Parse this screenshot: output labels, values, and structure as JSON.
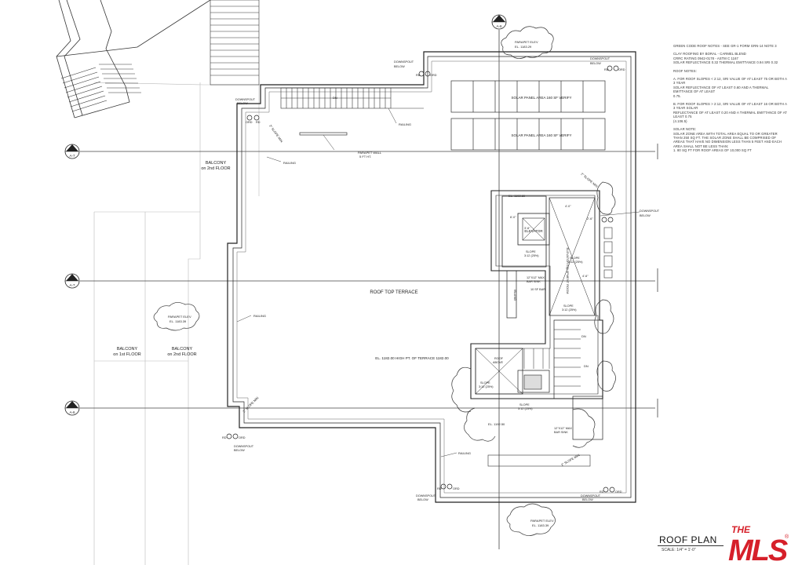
{
  "title": "ROOF PLAN",
  "scale": "SCALE: 1/4\" = 1'-0\"",
  "logo": {
    "the": "THE",
    "mls": "MLS",
    "mark": "®",
    "color": "#d6202a"
  },
  "notes": [
    "GREEN CODE ROOF NOTES - SEE GR-1 FORM GRN-14 NOTE 3",
    "",
    "CLAY ROOFING BY BORAL - CARMEL BLEND",
    "CRRC RATING 0942-0178 - ASTM C 1167",
    "SOLAR REFLECTANCE 0.32 THERMAL EMITTANCE 0.94 SRI 0.32",
    "",
    "ROOF NOTES:",
    "",
    "A. FOR ROOF SLOPES < 2:12, SRI VALUE OF AT LEAST 75 OR BOTH A    3 YEAR",
    "SOLAR REFLECTANCE OF AT LEAST 0.60 AND A THERMAL EMITTANCE OF AT LEAST",
    "0.75.",
    "",
    "B. FOR ROOF SLOPES > 2:12, SRI VALUE OF AT LEAST 16 OR BOTH A 3 YEAR SOLAR",
    "REFLECTANCE OF AT LEAST 0.20 AND A THERMAL EMITTANCE OF AT LEAST 0.75",
    "(4.106.5)",
    "",
    "SOLAR NOTE:",
    "SOLAR ZONE AREA WITH TOTAL AREA EQUAL TO OR GREATER",
    "THAN 250 SQ FT. THE SOLAR ZONE SHALL BE COMPRISED OF",
    "AREAS THAT HAVE NO DIMENSION LESS THAN 5 FEET AND EACH",
    "AREA SHALL NOT BE LESS THAN:",
    "1. 80 SQ FT FOR ROOF AREAS OF 10,000 SQ FT"
  ],
  "labels": {
    "roof_top_terrace": "ROOF TOP TERRACE",
    "terrace_el": "EL. 1182.00 HIGH PT. OF TERRACE 1182.00",
    "balcony_2nd_upper_a": "BALCONY",
    "balcony_2nd_upper_b": "on 2nd FLOOR",
    "balcony_1st_a": "BALCONY",
    "balcony_1st_b": "on 1st FLOOR",
    "balcony_2nd_lower_a": "BALCONY",
    "balcony_2nd_lower_b": "on 2nd FLOOR",
    "solar_1": "SOLAR PANEL AREA 160 SF VERIFY",
    "solar_2": "SOLAR PANEL AREA 160 SF VERIFY",
    "parapet_wall_a": "PARAPET WALL",
    "parapet_wall_b": "5 FT HT.",
    "parapet_top_a": "PARAPET ELEV",
    "parapet_top_b": "EL. 1183.29",
    "parapet_left_a": "PARAPET ELEV",
    "parapet_left_b": "EL. 1183.39",
    "parapet_bottom_a": "PARAPET ELEV",
    "parapet_bottom_b": "EL. 1183.39",
    "elevator": "ELEVATOR",
    "elevator_equipment": "ELEVATOR EQUIPMENT ROOM",
    "el_top": "EL. 1192.80",
    "el_bottom": "EL. 1192.50",
    "island": "ISLAND",
    "bar_sink_1_a": "12\"X12\" MAX",
    "bar_sink_1_b": "BAR SINK",
    "bar_sink_2_a": "12\"X12\" MAX",
    "bar_sink_2_b": "BAR SINK",
    "sf_bar": "10 SF BAR",
    "roof_above_a": "ROOF",
    "roof_above_b": "ABOVE",
    "slope_1": "SLOPE",
    "slope_1b": "3:12 (25%)",
    "slope_2": "SLOPE",
    "slope_2b": "3:12 (25%)",
    "slope_3": "SLOPE",
    "slope_3b": "3:12 (25%)",
    "slope_4": "SLOPE",
    "slope_4b": "3:12 (25%)",
    "slope_5": "SLOPE",
    "slope_5b": "3:12 (25%)",
    "slope_min_1": "2\" SLOPE MIN",
    "slope_min_2": "2\" SLOPE MIN",
    "slope_min_3": "2\" SLOPE MIN",
    "slope_min_4": "2\" SLOPE MIN",
    "railing_1": "RAILING",
    "railing_2": "RAILING",
    "railing_3": "RAILING",
    "railing_4": "RAILING",
    "dn_1": "DN",
    "dn_2": "DN",
    "dn_3": "DN",
    "downspout": "DOWNSPOUT",
    "below": "BELOW",
    "rd": "RD",
    "ord": "ORD",
    "dim_a": "3'-6\"",
    "dim_b": "4'-0\"",
    "dim_c": "2'-6\"",
    "dim_d": "6'-0\"",
    "dim_e": "4'-6\""
  },
  "section_markers": [
    {
      "num": "3",
      "sheet": "A-7"
    },
    {
      "num": "2",
      "sheet": "A-7"
    },
    {
      "num": "1",
      "sheet": "A-6"
    },
    {
      "num": "4",
      "sheet": "A-6"
    }
  ]
}
